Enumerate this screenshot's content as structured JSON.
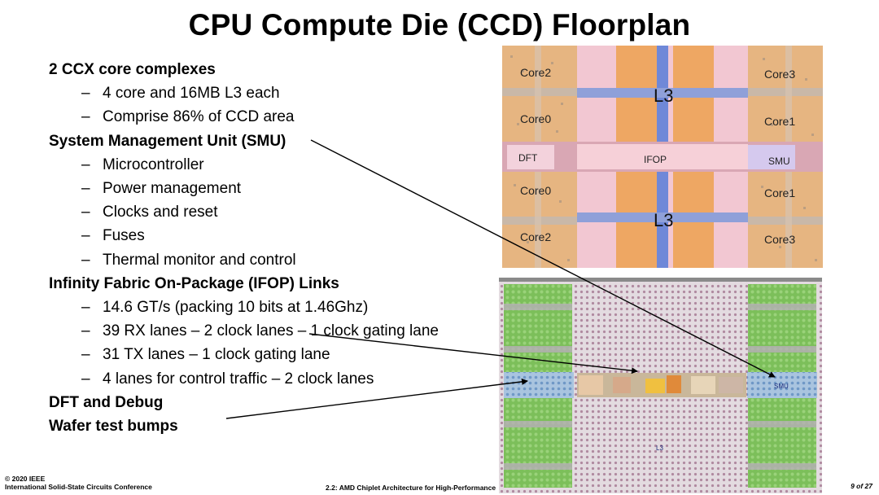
{
  "slide": {
    "title": "CPU Compute Die (CCD) Floorplan",
    "bullets": [
      {
        "level": 1,
        "text": "2 CCX core complexes"
      },
      {
        "level": 2,
        "text": "4 core and 16MB L3 each"
      },
      {
        "level": 2,
        "text": "Comprise 86% of CCD area"
      },
      {
        "level": 1,
        "text": "System Management Unit (SMU)"
      },
      {
        "level": 2,
        "text": "Microcontroller"
      },
      {
        "level": 2,
        "text": "Power management"
      },
      {
        "level": 2,
        "text": "Clocks and reset"
      },
      {
        "level": 2,
        "text": "Fuses"
      },
      {
        "level": 2,
        "text": "Thermal monitor and control"
      },
      {
        "level": 1,
        "text": "Infinity Fabric On-Package (IFOP) Links"
      },
      {
        "level": 2,
        "text": "14.6 GT/s (packing 10 bits at 1.46Ghz)"
      },
      {
        "level": 2,
        "text": "39 RX lanes – 2 clock lanes – 1 clock gating lane"
      },
      {
        "level": 2,
        "text": "31 TX lanes – 1 clock gating lane"
      },
      {
        "level": 2,
        "text": "4 lanes for control traffic – 2 clock lanes"
      },
      {
        "level": 1,
        "text": "DFT and Debug"
      },
      {
        "level": 1,
        "text": "Wafer test bumps"
      }
    ],
    "dash": "–"
  },
  "die_image": {
    "labels": {
      "core2_top": "Core2",
      "core3_top": "Core3",
      "core0_top": "Core0",
      "core1_top": "Core1",
      "l3_top": "L3",
      "dft": "DFT",
      "ifop": "IFOP",
      "smu": "SMU",
      "core0_bottom": "Core0",
      "core1_bottom": "Core1",
      "l3_bottom": "L3",
      "core2_bottom": "Core2",
      "core3_bottom": "Core3"
    },
    "colors": {
      "core": "#e9b27a",
      "l3_pink": "#f1c8d3",
      "l3_orange": "#f0a862",
      "blue_bus": "#6f88d8",
      "ifop_band": "#f6cfd6",
      "smu": "#cfc4e8"
    }
  },
  "bump_image": {
    "labels": {
      "smu": "SMU",
      "l3": "L3"
    },
    "colors": {
      "green": "#7cbf5a",
      "pink": "#e8b8c8",
      "blue": "#8fb3d9"
    }
  },
  "footer": {
    "copyright": "© 2020 IEEE",
    "conference": "International Solid-State Circuits Conference",
    "session": "2.2: AMD Chiplet Architecture for High-Performance",
    "page": "9 of 27"
  }
}
